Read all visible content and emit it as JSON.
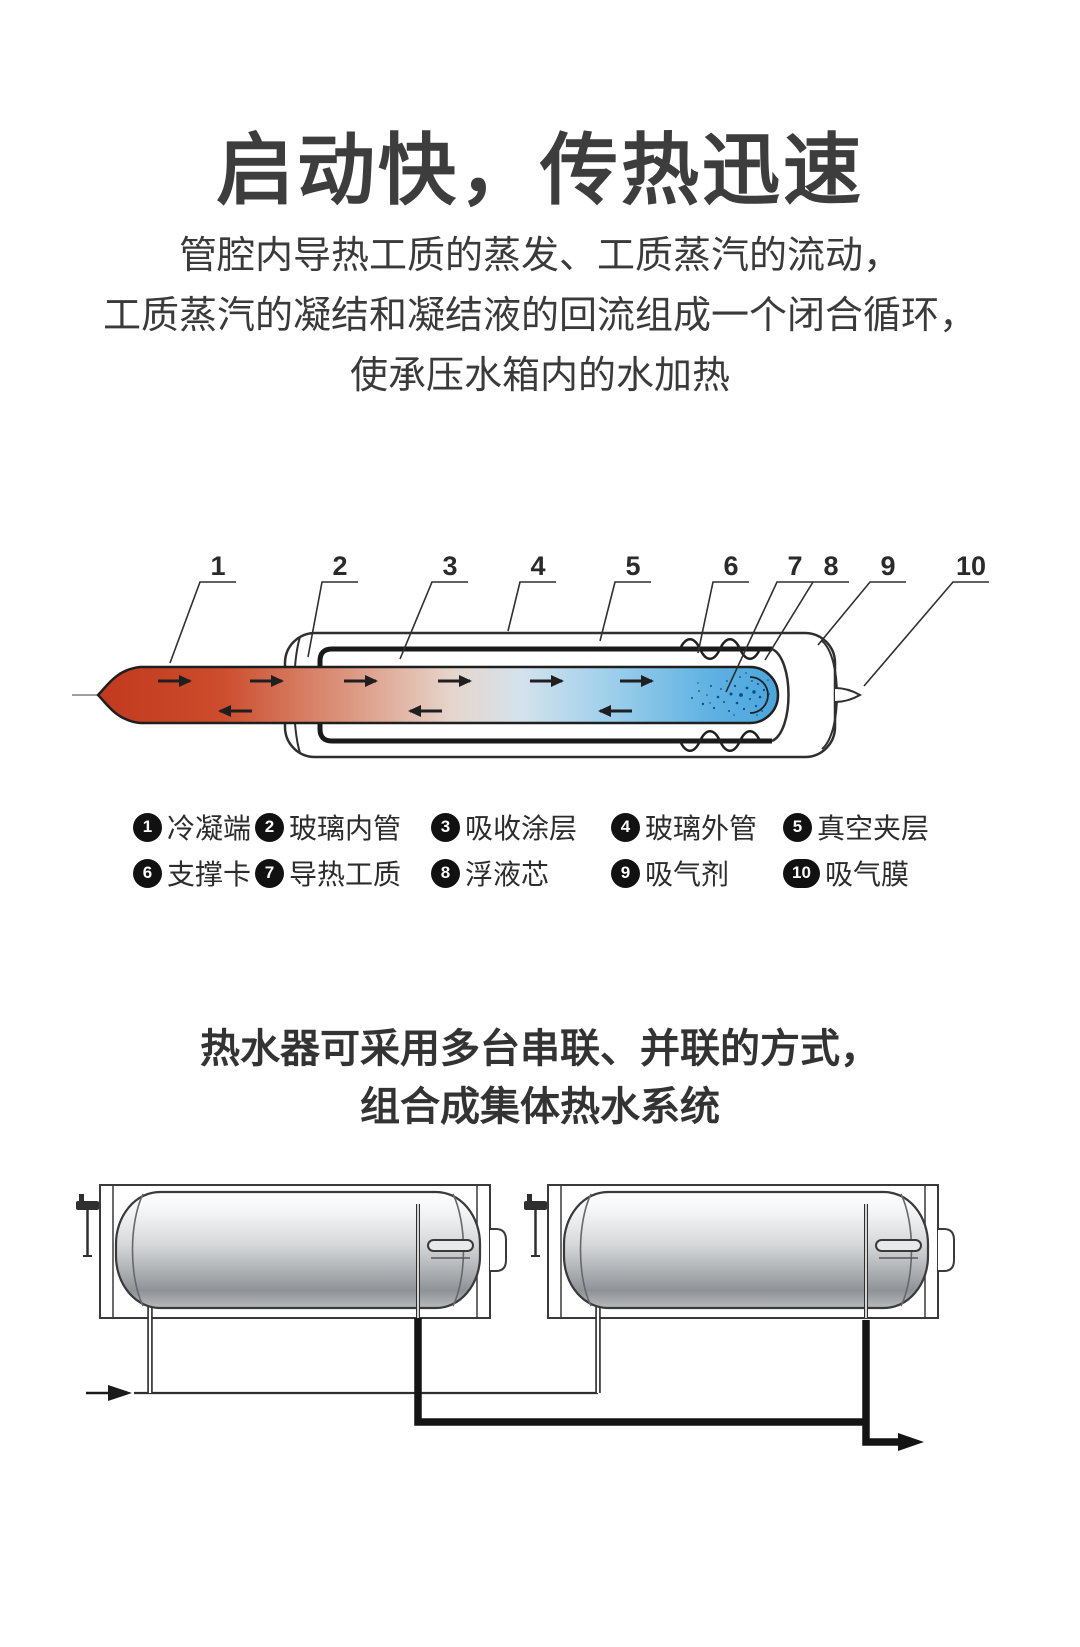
{
  "title": "启动快，传热迅速",
  "subtitle": {
    "line1": "管腔内导热工质的蒸发、工质蒸汽的流动，",
    "line2": "工质蒸汽的凝结和凝结液的回流组成一个闭合循环，",
    "line3": "使承压水箱内的水加热"
  },
  "tube_diagram": {
    "part_labels": [
      "1",
      "2",
      "3",
      "4",
      "5",
      "6",
      "7",
      "8",
      "9",
      "10"
    ]
  },
  "legend": {
    "items": [
      {
        "num": "1",
        "label": "冷凝端"
      },
      {
        "num": "2",
        "label": "玻璃内管"
      },
      {
        "num": "3",
        "label": "吸收涂层"
      },
      {
        "num": "4",
        "label": "玻璃外管"
      },
      {
        "num": "5",
        "label": "真空夹层"
      },
      {
        "num": "6",
        "label": "支撑卡"
      },
      {
        "num": "7",
        "label": "导热工质"
      },
      {
        "num": "8",
        "label": "浮液芯"
      },
      {
        "num": "9",
        "label": "吸气剂"
      },
      {
        "num": "10",
        "label": "吸气膜"
      }
    ]
  },
  "section2": {
    "line1": "热水器可采用多台串联、并联的方式，",
    "line2": "组合成集体热水系统"
  },
  "colors": {
    "hot_end": "#c2391e",
    "cold_end": "#4aa5dc",
    "ink": "#2f2f2f"
  }
}
